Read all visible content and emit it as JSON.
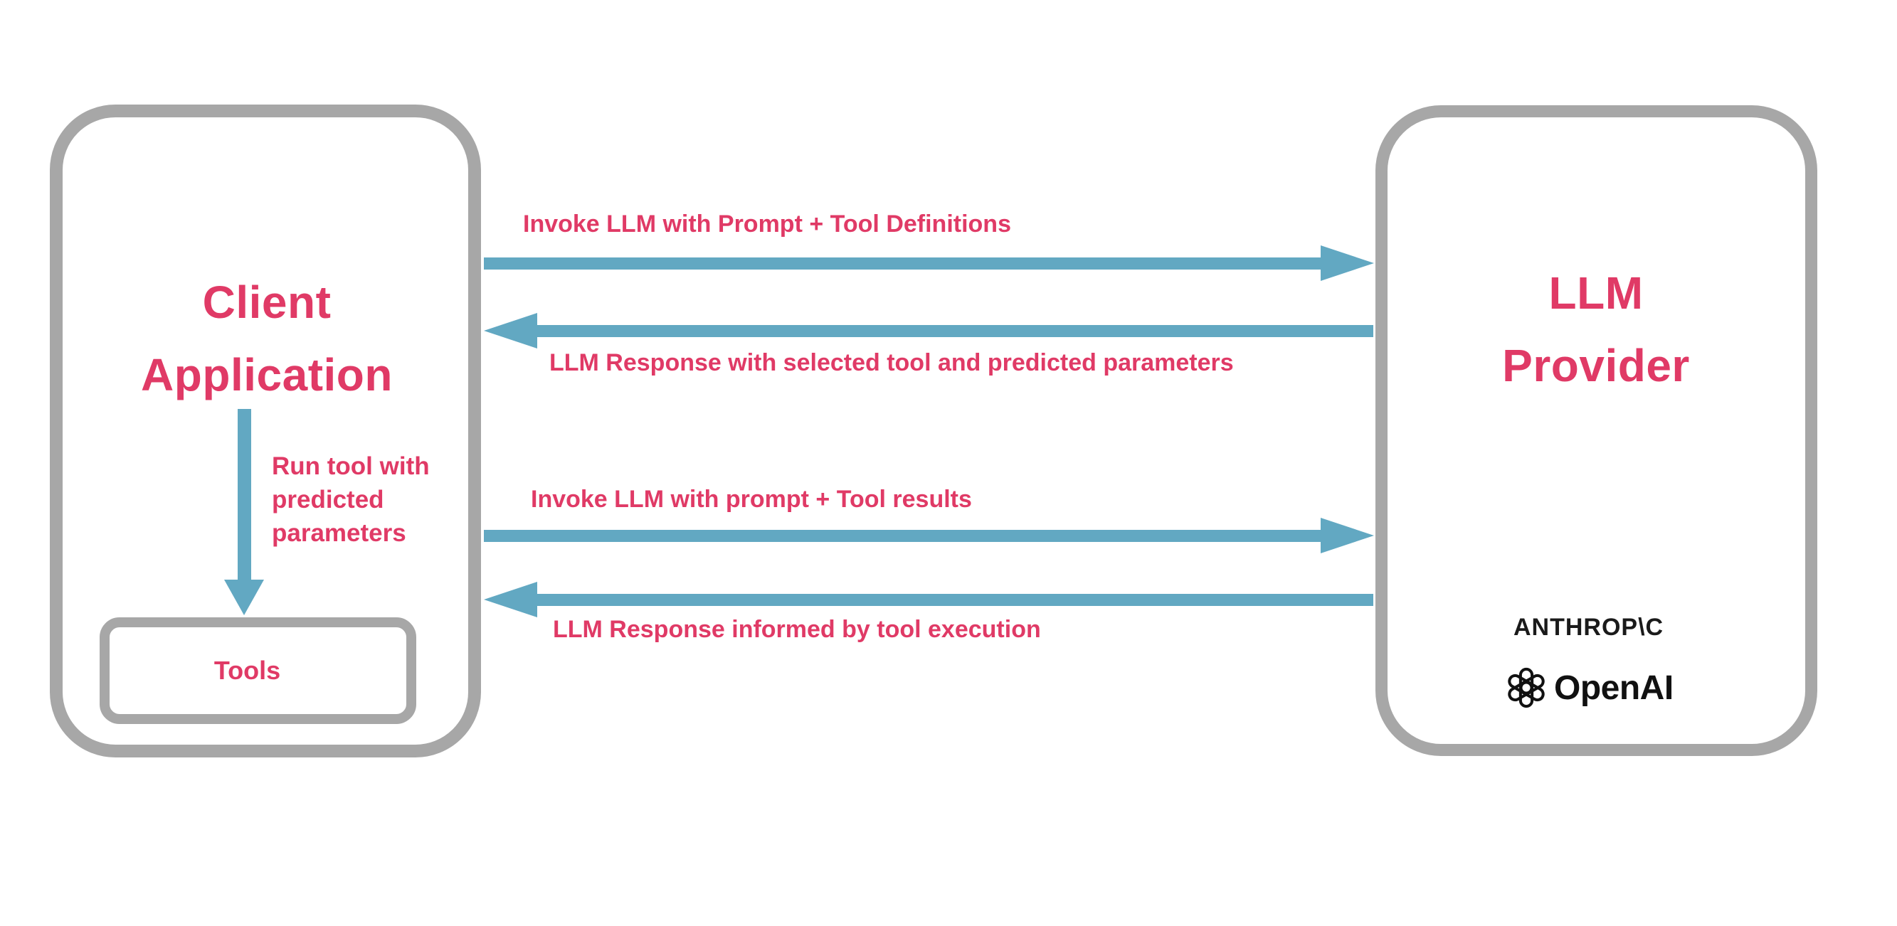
{
  "colors": {
    "accent_pink": "#e03a66",
    "arrow_blue": "#62a8c2",
    "border_gray": "#a7a7a7",
    "logo_black": "#1a1a1a",
    "background": "#ffffff"
  },
  "boxes": {
    "client": {
      "title": "Client\nApplication"
    },
    "llm_provider": {
      "title": "LLM\nProvider"
    },
    "tools": {
      "label": "Tools"
    }
  },
  "arrows": [
    {
      "direction": "right",
      "from": "Client Application",
      "to": "LLM Provider",
      "label": "Invoke LLM with Prompt + Tool Definitions"
    },
    {
      "direction": "left",
      "from": "LLM Provider",
      "to": "Client Application",
      "label": "LLM Response with selected tool and predicted parameters"
    },
    {
      "direction": "right",
      "from": "Client Application",
      "to": "LLM Provider",
      "label": "Invoke LLM with prompt + Tool results"
    },
    {
      "direction": "left",
      "from": "LLM Provider",
      "to": "Client Application",
      "label": "LLM Response informed by tool execution"
    }
  ],
  "internal_flow": {
    "direction": "down",
    "from": "Client Application",
    "to": "Tools",
    "label": "Run tool with\npredicted\nparameters"
  },
  "providers": {
    "anthropic_wordmark": "ANTHROP\\C",
    "openai_wordmark": "OpenAI"
  }
}
